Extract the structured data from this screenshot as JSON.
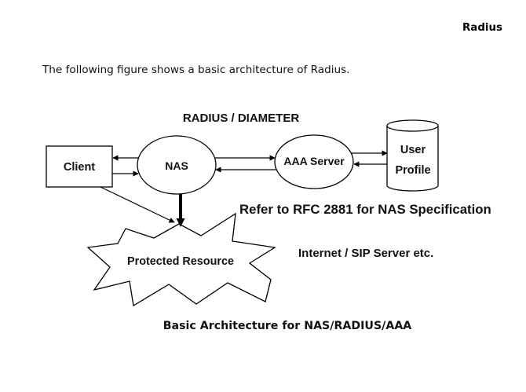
{
  "page": {
    "section_title": "Radius",
    "intro": "The following figure shows a basic architecture of Radius."
  },
  "diagram": {
    "protocol_label": "RADIUS / DIAMETER",
    "client": "Client",
    "nas": "NAS",
    "aaa_server": "AAA Server",
    "user_profile": {
      "line1": "User",
      "line2": "Profile"
    },
    "protected_resource": "Protected Resource",
    "rfc_note": "Refer to RFC 2881 for NAS Specification",
    "network_note": "Internet / SIP Server etc.",
    "caption": "Basic Architecture for NAS/RADIUS/AAA"
  }
}
